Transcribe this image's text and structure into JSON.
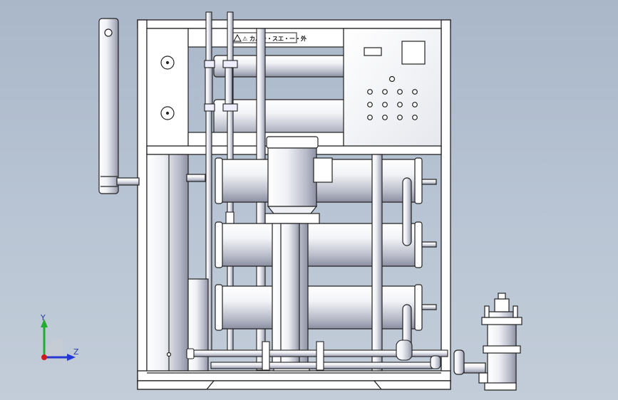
{
  "viewport": {
    "background_top": "#a9b7c9",
    "background_bottom": "#c3cdd9"
  },
  "model": {
    "label_plate": {
      "text": "⚠ カバー・スエ・ー・外",
      "icon": "warning-triangle-icon"
    },
    "control_panel": {
      "indicator_rows": 3,
      "indicator_cols": 4
    }
  },
  "triad": {
    "y_label": "Y",
    "z_label": "Z",
    "y_color": "#1fae2e",
    "z_color": "#2339d6",
    "origin_color": "#d01919"
  }
}
